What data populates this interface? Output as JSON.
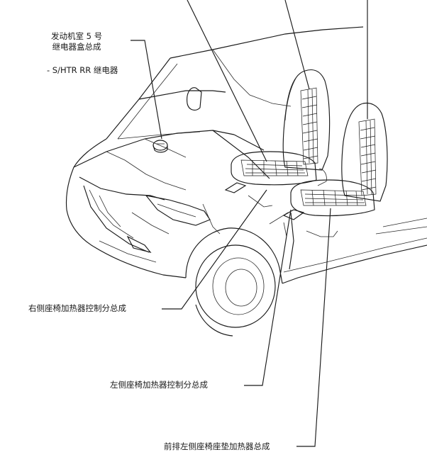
{
  "labels": {
    "relay_box": "发动机室 5 号\n继电器盒总成",
    "relay": "- S/HTR RR 继电器",
    "right_ctrl": "右侧座椅加热器控制分总成",
    "left_ctrl": "左侧座椅加热器控制分总成",
    "left_pad": "前排左侧座椅座垫加热器总成"
  }
}
